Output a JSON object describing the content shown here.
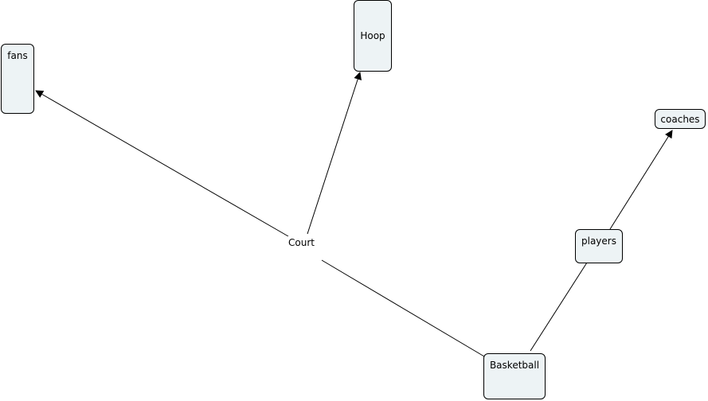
{
  "concept_map": {
    "nodes": {
      "fans": {
        "label": "fans"
      },
      "hoop": {
        "label": "Hoop"
      },
      "coaches": {
        "label": "coaches"
      },
      "players": {
        "label": "players"
      },
      "basketball": {
        "label": "Basketball"
      }
    },
    "linking_phrases": {
      "court": {
        "label": "Court"
      }
    },
    "connections": [
      {
        "from": "Basketball",
        "to": "Court"
      },
      {
        "from": "Court",
        "to": "fans"
      },
      {
        "from": "Court",
        "to": "Hoop"
      },
      {
        "from": "Basketball",
        "to": "players"
      },
      {
        "from": "players",
        "to": "coaches"
      }
    ],
    "colors": {
      "node_fill": "#edf3f5",
      "node_border": "#000000",
      "line": "#000000",
      "background": "#ffffff"
    }
  }
}
